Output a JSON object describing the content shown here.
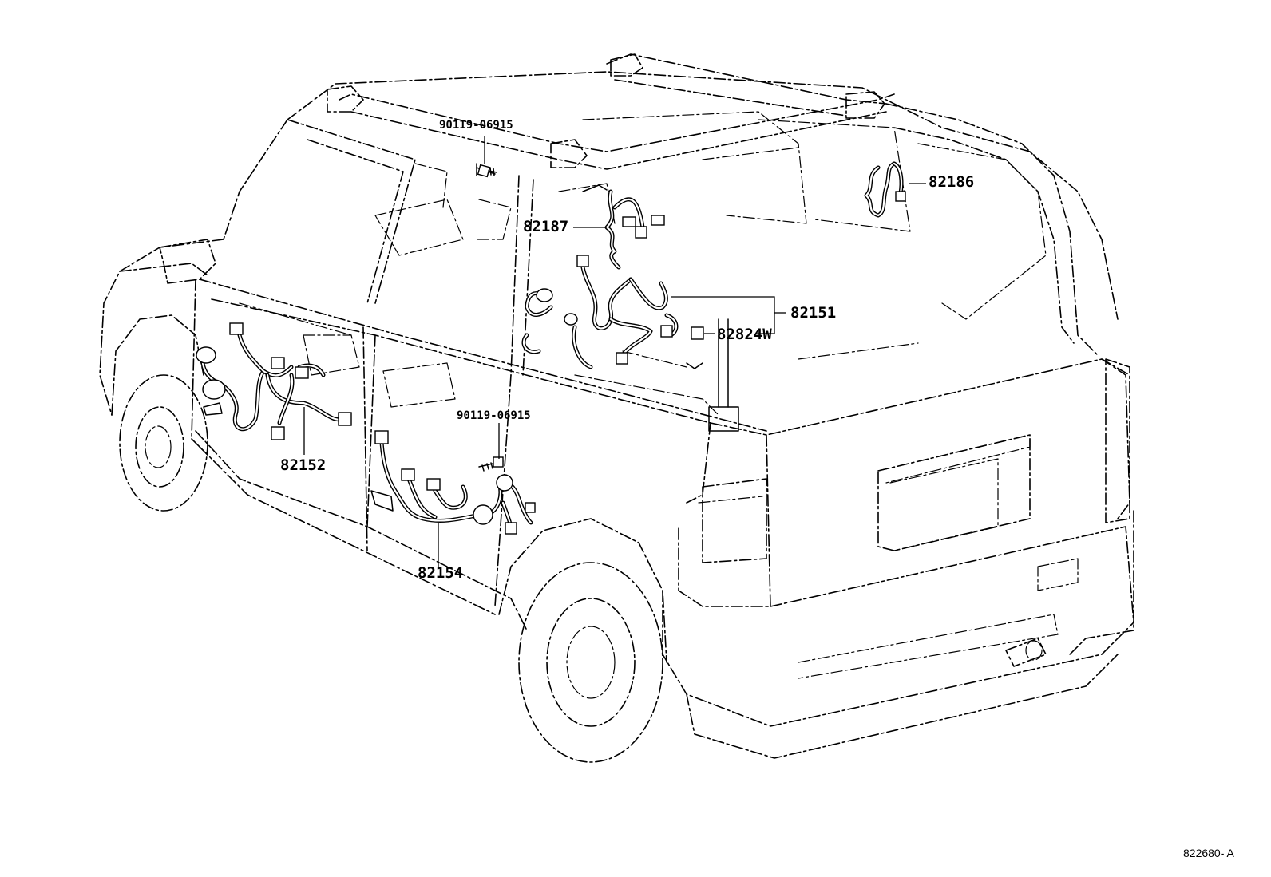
{
  "labels": {
    "bolt_upper": "90119-06915",
    "bolt_lower": "90119-06915",
    "p82186": "82186",
    "p82187": "82187",
    "p82151": "82151",
    "p82824w": "82824W",
    "p82152": "82152",
    "p82154": "82154"
  },
  "figure_code": "822680- A"
}
